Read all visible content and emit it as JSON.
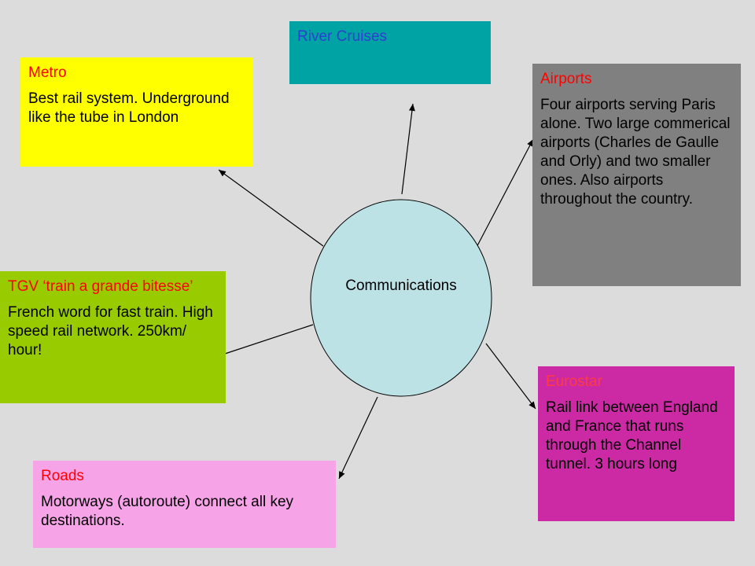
{
  "hub": {
    "label": "Communications",
    "fill": "#bde2e6"
  },
  "nodes": {
    "river": {
      "title": "River Cruises",
      "body": "",
      "fill": "#00a3a3",
      "title_color": "#2d3fd0"
    },
    "metro": {
      "title": "Metro",
      "body": "Best rail system. Underground like the tube in London",
      "fill": "#ffff00",
      "title_color": "#ff0000"
    },
    "airports": {
      "title": "Airports",
      "body": "Four airports serving Paris alone. Two large commerical airports (Charles de Gaulle and Orly) and two smaller ones. Also airports throughout the country.",
      "fill": "#808080",
      "title_color": "#ff0000"
    },
    "tgv": {
      "title": "TGV ‘train a grande bitesse’",
      "body": "French word for fast train. High speed rail network. 250km/ hour!",
      "fill": "#99cc00",
      "title_color": "#ff0000"
    },
    "eurostar": {
      "title": "Eurostar",
      "body": "Rail link between England and France that runs through the Channel tunnel. 3 hours long",
      "fill": "#cc2aa5",
      "title_color": "#ff3b3b"
    },
    "roads": {
      "title": "Roads",
      "body": "Motorways (autoroute) connect all key destinations.",
      "fill": "#f7a3e8",
      "title_color": "#ff0000"
    }
  }
}
